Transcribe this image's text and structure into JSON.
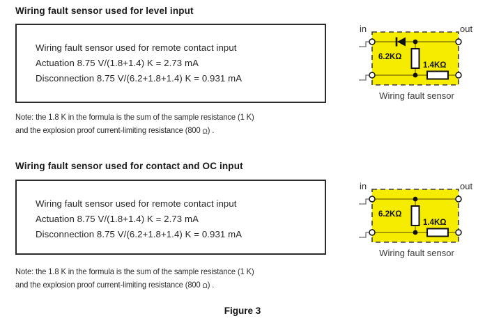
{
  "colors": {
    "sensor_fill": "#F5EC00",
    "wire": "#8a7f00",
    "outline": "#1a1a1a",
    "box_border": "#2b2b2b",
    "text": "#1b1b1b"
  },
  "sections": [
    {
      "heading": "Wiring fault sensor used for level input",
      "formula_lines": [
        "Wiring fault sensor used for remote contact input",
        "Actuation 8.75 V/(1.8+1.4) K = 2.73 mA",
        "Disconnection 8.75 V/(6.2+1.8+1.4) K = 0.931 mA"
      ],
      "note_line_1": "Note: the 1.8 K in the formula is the sum of the sample resistance (1 K)",
      "note_line_2_before": "and the explosion proof current-limiting resistance (800 ",
      "note_ohm": "Ω",
      "note_line_2_after": ") .",
      "diagram": {
        "in_label": "in",
        "out_label": "out",
        "resistor_vertical_label": "6.2KΩ",
        "resistor_horizontal_label": "1.4KΩ",
        "has_diode": true,
        "caption": "Wiring fault sensor"
      }
    },
    {
      "heading": "Wiring fault sensor used for contact and OC input",
      "formula_lines": [
        "Wiring fault sensor used for remote contact input",
        "Actuation 8.75 V/(1.8+1.4) K = 2.73 mA",
        "Disconnection 8.75 V/(6.2+1.8+1.4) K = 0.931 mA"
      ],
      "note_line_1": "Note: the 1.8 K in the formula is the sum of the sample resistance (1 K)",
      "note_line_2_before": "and the explosion proof current-limiting resistance (800 ",
      "note_ohm": "Ω",
      "note_line_2_after": ") .",
      "diagram": {
        "in_label": "in",
        "out_label": "out",
        "resistor_vertical_label": "6.2KΩ",
        "resistor_horizontal_label": "1.4KΩ",
        "has_diode": false,
        "caption": "Wiring fault sensor"
      }
    }
  ],
  "figure_caption": "Figure 3"
}
